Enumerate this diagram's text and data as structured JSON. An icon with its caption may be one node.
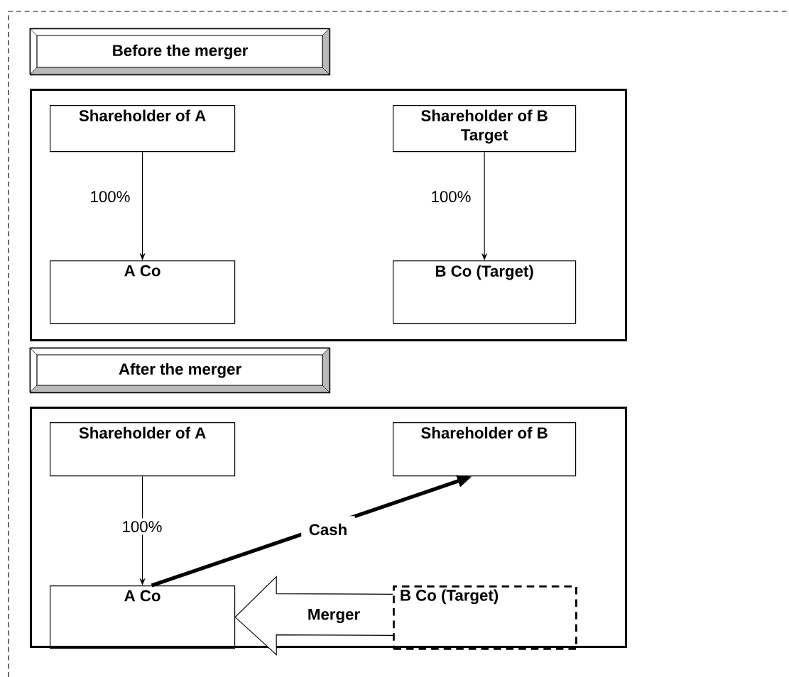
{
  "diagram": {
    "nodes": [
      {
        "text": [
          "Before the merger"
        ]
      },
      {
        "text": [],
        "shape": "box"
      },
      {
        "text": [
          "Shareholder of A"
        ],
        "in": 1
      },
      {
        "text": [
          "Shareholder of B Target"
        ],
        "in": 1
      },
      {
        "text": [
          "A Co"
        ],
        "in": 1
      },
      {
        "text": [
          "B Co (Target)"
        ],
        "in": 1
      },
      {
        "text": [
          "After the merger"
        ]
      },
      {
        "text": [],
        "shape": "box"
      },
      {
        "text": [
          "Shareholder of A"
        ],
        "in": 7
      },
      {
        "text": [
          "Shareholder of B"
        ],
        "in": 7
      },
      {
        "text": [
          "A Co"
        ],
        "in": 7
      },
      {
        "text": [
          "B Co (Target)"
        ],
        "in": 7
      }
    ],
    "edges": [
      {
        "from": 2,
        "to": 4,
        "arrow": "to",
        "label": "100%"
      },
      {
        "from": 3,
        "to": 5,
        "arrow": "to",
        "label": "100%"
      },
      {
        "from": 8,
        "to": 10,
        "arrow": "to",
        "label": "100%"
      },
      {
        "from": 10,
        "to": 9,
        "arrow": "to",
        "label": "Cash",
        "style": "thick"
      },
      {
        "from": 11,
        "to": 10,
        "arrow": "to",
        "label": "Merger"
      }
    ]
  }
}
